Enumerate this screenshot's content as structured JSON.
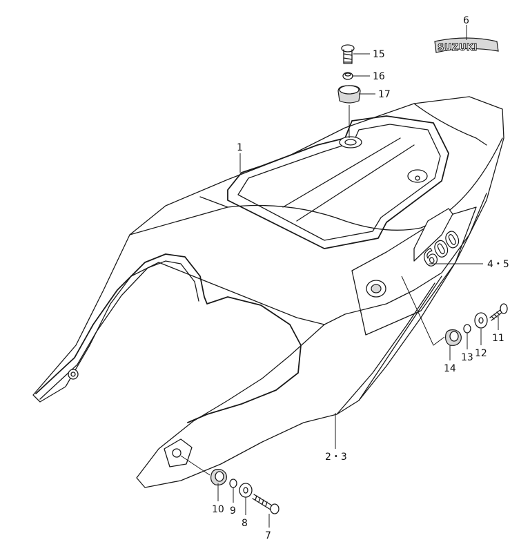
{
  "labels": {
    "l1": "1",
    "l23": "2・3",
    "l45": "4・5",
    "l6": "6",
    "l7": "7",
    "l8": "8",
    "l9": "9",
    "l10": "10",
    "l11": "11",
    "l12": "12",
    "l13": "13",
    "l14": "14",
    "l15": "15",
    "l16": "16",
    "l17": "17"
  },
  "emblem": {
    "brand": "SUZUKI",
    "badge": "600"
  }
}
